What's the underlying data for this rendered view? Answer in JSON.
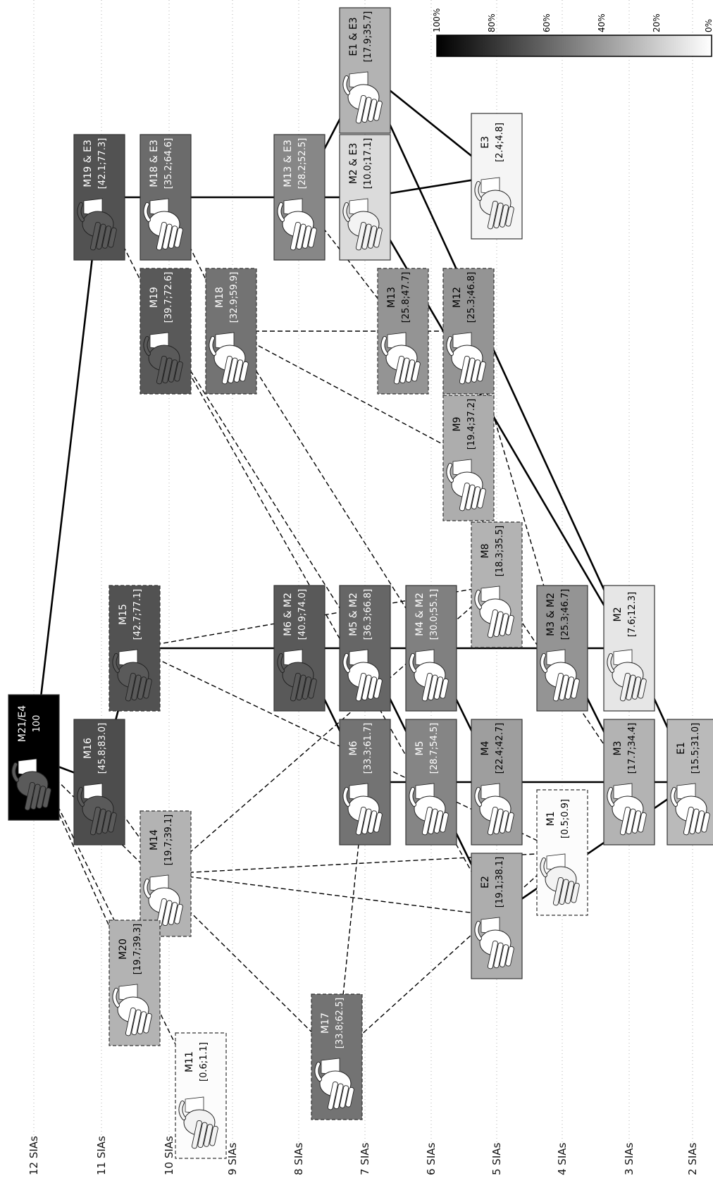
{
  "levels": [
    "12 SIAs",
    "11 SIAs",
    "10 SIAs",
    "9 SIAs",
    "8 SIAs",
    "7 SIAs",
    "6 SIAs",
    "5 SIAs",
    "4 SIAs",
    "3 SIAs",
    "2 SIAs"
  ],
  "legend": {
    "ticks": [
      "100%",
      "80%",
      "60%",
      "40%",
      "20%",
      "0%"
    ],
    "gradient_from": "#000000",
    "gradient_to": "#ffffff"
  },
  "nodes": [
    {
      "id": "M21E4",
      "name": "M21/E4",
      "value": "100",
      "shade": 100,
      "style": "solid"
    },
    {
      "id": "M16",
      "name": "M16",
      "value": "[45.8;83.0]",
      "shade": 70,
      "style": "solid"
    },
    {
      "id": "M14",
      "name": "M14",
      "value": "[19.7;39.1]",
      "shade": 30,
      "style": "dashed"
    },
    {
      "id": "M20",
      "name": "M20",
      "value": "[19.7;39.3]",
      "shade": 30,
      "style": "dashed"
    },
    {
      "id": "M11",
      "name": "M11",
      "value": "[0.6;1.1]",
      "shade": 1,
      "style": "dashed"
    },
    {
      "id": "M17",
      "name": "M17",
      "value": "[33.8;62.5]",
      "shade": 55,
      "style": "dashed"
    },
    {
      "id": "M15",
      "name": "M15",
      "value": "[42.7;77.1]",
      "shade": 68,
      "style": "dashed"
    },
    {
      "id": "M6M2",
      "name": "M6 & M2",
      "value": "[40.9;74.0]",
      "shade": 65,
      "style": "solid"
    },
    {
      "id": "M6",
      "name": "M6",
      "value": "[33.3;61.7]",
      "shade": 55,
      "style": "solid"
    },
    {
      "id": "M5M2",
      "name": "M5 & M2",
      "value": "[36.3;66.8]",
      "shade": 60,
      "style": "solid"
    },
    {
      "id": "M5",
      "name": "M5",
      "value": "[28.7;54.5]",
      "shade": 48,
      "style": "solid"
    },
    {
      "id": "E2",
      "name": "E2",
      "value": "[19.1;38.1]",
      "shade": 32,
      "style": "solid"
    },
    {
      "id": "M4M2",
      "name": "M4 & M2",
      "value": "[30.0;55.1]",
      "shade": 50,
      "style": "solid"
    },
    {
      "id": "M4",
      "name": "M4",
      "value": "[22.4;42.7]",
      "shade": 38,
      "style": "solid"
    },
    {
      "id": "M1",
      "name": "M1",
      "value": "[0.5;0.9]",
      "shade": 1,
      "style": "dashed"
    },
    {
      "id": "M8",
      "name": "M8",
      "value": "[18.3;35.5]",
      "shade": 30,
      "style": "dashed"
    },
    {
      "id": "M3M2",
      "name": "M3 & M2",
      "value": "[25.3;46.7]",
      "shade": 42,
      "style": "solid"
    },
    {
      "id": "M3",
      "name": "M3",
      "value": "[17.7;34.4]",
      "shade": 30,
      "style": "solid"
    },
    {
      "id": "M2",
      "name": "M2",
      "value": "[7.6;12.3]",
      "shade": 10,
      "style": "solid"
    },
    {
      "id": "E1",
      "name": "E1",
      "value": "[15.5;31.0]",
      "shade": 27,
      "style": "solid"
    },
    {
      "id": "M19E3",
      "name": "M19 & E3",
      "value": "[42.1;77.3]",
      "shade": 68,
      "style": "solid"
    },
    {
      "id": "M19",
      "name": "M19",
      "value": "[39.7;72.6]",
      "shade": 65,
      "style": "dashed"
    },
    {
      "id": "M18E3",
      "name": "M18 & E3",
      "value": "[35.2;64.6]",
      "shade": 58,
      "style": "solid"
    },
    {
      "id": "M18",
      "name": "M18",
      "value": "[32.9;59.9]",
      "shade": 55,
      "style": "dashed"
    },
    {
      "id": "M13E3",
      "name": "M13 & E3",
      "value": "[28.2;52.5]",
      "shade": 47,
      "style": "solid"
    },
    {
      "id": "M13",
      "name": "M13",
      "value": "[25.8;47.7]",
      "shade": 42,
      "style": "dashed"
    },
    {
      "id": "M2E3",
      "name": "M2 & E3",
      "value": "[10.0;17.1]",
      "shade": 14,
      "style": "solid"
    },
    {
      "id": "E1E3",
      "name": "E1 & E3",
      "value": "[17.9;35.7]",
      "shade": 30,
      "style": "solid"
    },
    {
      "id": "E3",
      "name": "E3",
      "value": "[2.4;4.8]",
      "shade": 4,
      "style": "solid"
    },
    {
      "id": "M12",
      "name": "M12",
      "value": "[25.3;46.8]",
      "shade": 42,
      "style": "dashed"
    },
    {
      "id": "M9",
      "name": "M9",
      "value": "[19.4;37.2]",
      "shade": 32,
      "style": "dashed"
    }
  ],
  "edges": [
    {
      "from": "M21E4",
      "to": "M16",
      "style": "solid"
    },
    {
      "from": "M21E4",
      "to": "M19E3",
      "style": "solid"
    },
    {
      "from": "M21E4",
      "to": "M20",
      "style": "dashed"
    },
    {
      "from": "M21E4",
      "to": "M17",
      "style": "dashed"
    },
    {
      "from": "M21E4",
      "to": "M11",
      "style": "dashed"
    },
    {
      "from": "M16",
      "to": "M15",
      "style": "solid"
    },
    {
      "from": "M16",
      "to": "M14",
      "style": "dashed"
    },
    {
      "from": "M14",
      "to": "M20",
      "style": "dashed"
    },
    {
      "from": "M14",
      "to": "E2",
      "style": "dashed"
    },
    {
      "from": "M14",
      "to": "M1",
      "style": "dashed"
    },
    {
      "from": "M14",
      "to": "M8",
      "style": "dashed"
    },
    {
      "from": "M15",
      "to": "M6M2",
      "style": "solid"
    },
    {
      "from": "M15",
      "to": "M1",
      "style": "dashed"
    },
    {
      "from": "M6M2",
      "to": "M5M2",
      "style": "solid"
    },
    {
      "from": "M6M2",
      "to": "M6",
      "style": "solid"
    },
    {
      "from": "M5M2",
      "to": "M4M2",
      "style": "solid"
    },
    {
      "from": "M5M2",
      "to": "M5",
      "style": "solid"
    },
    {
      "from": "M4M2",
      "to": "M3M2",
      "style": "solid"
    },
    {
      "from": "M4M2",
      "to": "M4",
      "style": "solid"
    },
    {
      "from": "M3M2",
      "to": "M2",
      "style": "solid"
    },
    {
      "from": "M3M2",
      "to": "M3",
      "style": "solid"
    },
    {
      "from": "M6",
      "to": "M5",
      "style": "solid"
    },
    {
      "from": "M5",
      "to": "M4",
      "style": "solid"
    },
    {
      "from": "M5",
      "to": "E2",
      "style": "solid"
    },
    {
      "from": "M4",
      "to": "M3",
      "style": "solid"
    },
    {
      "from": "M3",
      "to": "E1",
      "style": "solid"
    },
    {
      "from": "E2",
      "to": "E1",
      "style": "solid"
    },
    {
      "from": "M17",
      "to": "M6",
      "style": "dashed"
    },
    {
      "from": "M19E3",
      "to": "M18E3",
      "style": "solid"
    },
    {
      "from": "M18E3",
      "to": "M13E3",
      "style": "solid"
    },
    {
      "from": "M13E3",
      "to": "M2E3",
      "style": "solid"
    },
    {
      "from": "M13E3",
      "to": "E1E3",
      "style": "solid"
    },
    {
      "from": "M2E3",
      "to": "E3",
      "style": "solid"
    },
    {
      "from": "E1E3",
      "to": "E3",
      "style": "solid"
    },
    {
      "from": "M2E3",
      "to": "M2",
      "style": "solid"
    },
    {
      "from": "E1E3",
      "to": "E1",
      "style": "solid"
    },
    {
      "from": "M19E3",
      "to": "M19",
      "style": "dashed"
    },
    {
      "from": "M18E3",
      "to": "M18",
      "style": "dashed"
    },
    {
      "from": "M13E3",
      "to": "M13",
      "style": "dashed"
    },
    {
      "from": "M18",
      "to": "M13",
      "style": "dashed"
    },
    {
      "from": "M13",
      "to": "M12",
      "style": "dashed"
    },
    {
      "from": "M19",
      "to": "M5M2",
      "style": "dashed"
    },
    {
      "from": "M19",
      "to": "E2",
      "style": "dashed"
    },
    {
      "from": "M18",
      "to": "M4M2",
      "style": "dashed"
    },
    {
      "from": "M18",
      "to": "M9",
      "style": "dashed"
    },
    {
      "from": "M12",
      "to": "M3M2",
      "style": "dashed"
    },
    {
      "from": "M9",
      "to": "M8",
      "style": "dashed"
    },
    {
      "from": "M8",
      "to": "M3",
      "style": "dashed"
    },
    {
      "from": "M8",
      "to": "M15",
      "style": "dashed"
    },
    {
      "from": "M1",
      "to": "M17",
      "style": "dashed"
    }
  ]
}
